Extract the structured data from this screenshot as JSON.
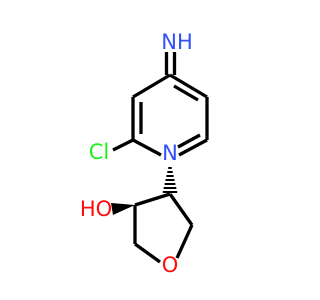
{
  "molecule": {
    "atoms": {
      "imine_nh": "NH",
      "ring_n": "N",
      "chlorine": "Cl",
      "hydroxyl": "HO",
      "ether_o": "O"
    },
    "colors": {
      "nitrogen": "#3050F8",
      "chlorine": "#1FF01F",
      "oxygen": "#FF0D0D",
      "bond": "#000000"
    }
  }
}
